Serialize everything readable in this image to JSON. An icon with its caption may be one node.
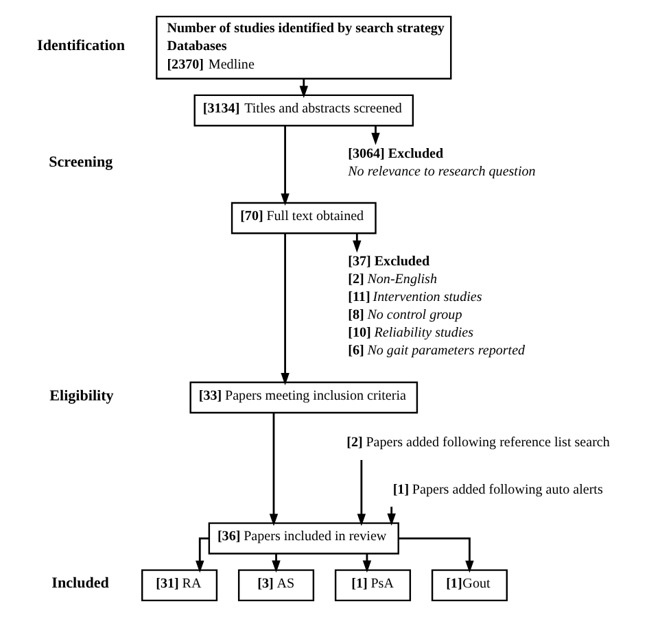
{
  "diagram": {
    "nodes": [
      {
        "text": [
          "Number of studies identified by search strategy",
          "Databases",
          "[2370] Medline"
        ]
      },
      {
        "text": [
          "[3134] Titles and abstracts screened"
        ]
      },
      {
        "text": [
          "[3064] Excluded",
          "No relevance to research question"
        ]
      },
      {
        "text": [
          "[70] Full text obtained"
        ]
      },
      {
        "text": [
          "[37] Excluded",
          "[2] Non-English",
          "[11] Intervention studies",
          "[8] No control group",
          "[10] Reliability studies",
          "[6] No gait parameters reported"
        ]
      },
      {
        "text": [
          "[33] Papers meeting inclusion criteria"
        ]
      },
      {
        "text": [
          "[2] Papers added following reference list search"
        ]
      },
      {
        "text": [
          "[1] Papers added following auto alerts"
        ]
      },
      {
        "text": [
          "[36] Papers included in review"
        ]
      },
      {
        "text": [
          "[31] RA"
        ]
      },
      {
        "text": [
          "[3] AS"
        ]
      },
      {
        "text": [
          "[1] PsA"
        ]
      },
      {
        "text": [
          "[1]Gout"
        ]
      }
    ],
    "edges": [
      {
        "from": 0,
        "to": 1,
        "arrow": "to"
      },
      {
        "from": 1,
        "to": 3,
        "arrow": "to"
      },
      {
        "from": 1,
        "to": 2,
        "arrow": "to"
      },
      {
        "from": 3,
        "to": 5,
        "arrow": "to"
      },
      {
        "from": 3,
        "to": 4,
        "arrow": "to"
      },
      {
        "from": 5,
        "to": 8,
        "arrow": "to"
      },
      {
        "from": 6,
        "to": 8,
        "arrow": "to"
      },
      {
        "from": 7,
        "to": 8,
        "arrow": "to"
      },
      {
        "from": 8,
        "to": 9,
        "arrow": "to"
      },
      {
        "from": 8,
        "to": 10,
        "arrow": "to"
      },
      {
        "from": 8,
        "to": 11,
        "arrow": "to"
      },
      {
        "from": 8,
        "to": 12,
        "arrow": "to"
      }
    ],
    "labels": [
      "Identification",
      "Screening",
      "Eligibility",
      "Included"
    ]
  }
}
